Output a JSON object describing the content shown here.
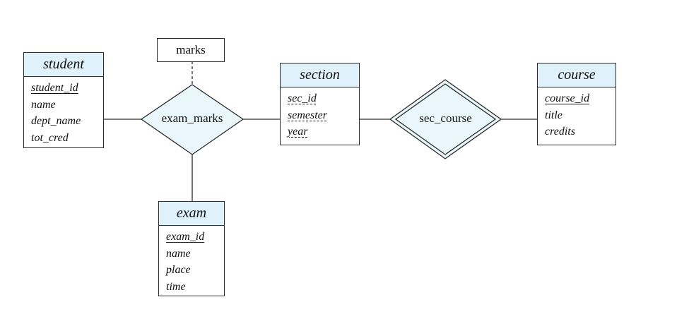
{
  "entities": {
    "student": {
      "name": "student",
      "attributes": [
        "student_id",
        "name",
        "dept_name",
        "tot_cred"
      ]
    },
    "section": {
      "name": "section",
      "attributes": [
        "sec_id",
        "semester",
        "year"
      ]
    },
    "course": {
      "name": "course",
      "attributes": [
        "course_id",
        "title",
        "credits"
      ]
    },
    "exam": {
      "name": "exam",
      "attributes": [
        "exam_id",
        "name",
        "place",
        "time"
      ]
    }
  },
  "relationships": {
    "exam_marks": {
      "name": "exam_marks"
    },
    "sec_course": {
      "name": "sec_course"
    }
  },
  "relationship_attribute": {
    "name": "marks"
  },
  "colors": {
    "entity_header": "#dff1fa",
    "relationship_fill": "#e9f6fb",
    "stroke": "#2b2b2b"
  }
}
